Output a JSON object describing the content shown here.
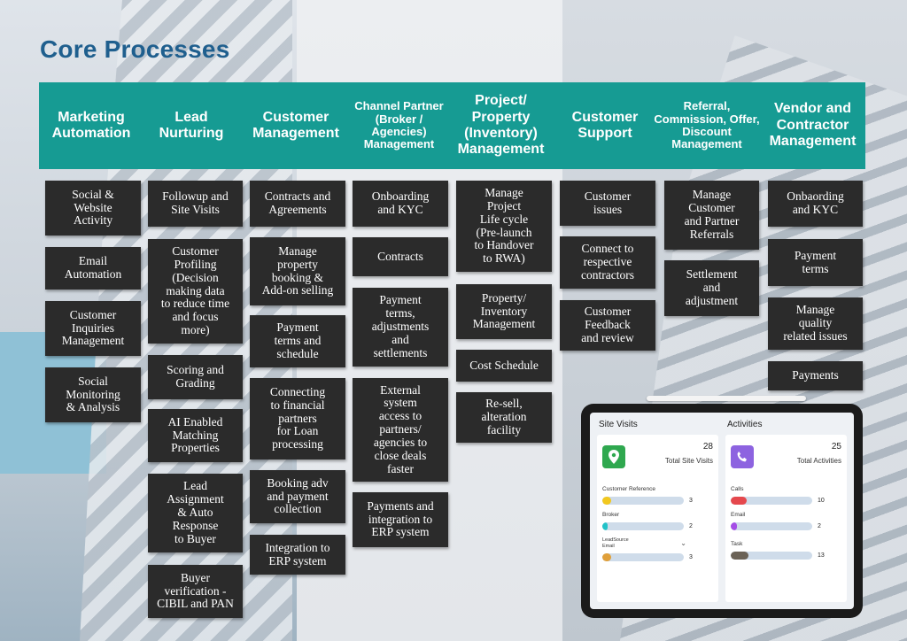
{
  "page": {
    "title": "Core Processes"
  },
  "colors": {
    "title": "#1f5f8e",
    "header_band": "#169b93",
    "card": "#2b2b2b"
  },
  "columns": [
    {
      "header": "Marketing\nAutomation",
      "items": [
        "Social &\nWebsite\nActivity",
        "Email\nAutomation",
        "Customer\nInquiries\nManagement",
        "Social\nMonitoring\n& Analysis"
      ]
    },
    {
      "header": "Lead\nNurturing",
      "items": [
        "Followup and\nSite Visits",
        "Customer\nProfiling\n(Decision\nmaking data\nto reduce time\nand focus\nmore)",
        "Scoring and\nGrading",
        "AI Enabled\nMatching\nProperties",
        "Lead\nAssignment\n& Auto\nResponse\nto Buyer",
        "Buyer\nverification -\nCIBIL and PAN"
      ]
    },
    {
      "header": "Customer\nManagement",
      "items": [
        "Contracts and\nAgreements",
        "Manage\nproperty\nbooking &\nAdd-on selling",
        "Payment\nterms and\nschedule",
        "Connecting\nto financial\npartners\nfor Loan\nprocessing",
        "Booking adv\nand payment\ncollection",
        "Integration to\nERP system"
      ]
    },
    {
      "header": "Channel\nPartner\n(Broker\n/ Agencies)\nManagement",
      "items": [
        "Onboarding\nand KYC",
        "Contracts",
        "Payment\nterms,\nadjustments\nand\nsettlements",
        "External\nsystem\naccess to\npartners/\nagencies to\nclose deals\nfaster",
        "Payments and\nintegration to\nERP system"
      ]
    },
    {
      "header": "Project/\nProperty\n(Inventory)\nManagement",
      "items": [
        "Manage\nProject\nLife cycle\n(Pre-launch\nto Handover\nto RWA)",
        "Property/\nInventory\nManagement",
        "Cost Schedule",
        "Re-sell,\nalteration\nfacility"
      ]
    },
    {
      "header": "Customer\nSupport",
      "items": [
        "Customer\nissues",
        "Connect to\nrespective\ncontractors",
        "Customer\nFeedback\nand review"
      ]
    },
    {
      "header": "Referral,\nCommission,\nOffer,\nDiscount\nManagement",
      "items": [
        "Manage\nCustomer\nand Partner\nReferrals",
        "Settlement\nand\nadjustment"
      ]
    },
    {
      "header": "Vendor and\nContractor\nManagement",
      "items": [
        "Onbaording\nand KYC",
        "Payment\nterms",
        "Manage\nquality\nrelated issues",
        "Payments"
      ]
    }
  ],
  "tablet": {
    "site_visits": {
      "title": "Site Visits",
      "count": "28",
      "count_label": "Total Site Visits",
      "icon": "location-pin-icon",
      "rows": [
        {
          "label": "Customer Reference",
          "value": "3",
          "fraction": 0.11,
          "color": "#f2c81e"
        },
        {
          "label": "Broker",
          "value": "2",
          "fraction": 0.07,
          "color": "#22c2c8"
        },
        {
          "label": "LeadSource\nEmail",
          "value": "3",
          "fraction": 0.11,
          "color": "#e0a03a"
        }
      ]
    },
    "activities": {
      "title": "Activities",
      "count": "25",
      "count_label": "Total Activities",
      "icon": "phone-icon",
      "rows": [
        {
          "label": "Calls",
          "value": "10",
          "fraction": 0.2,
          "color": "#e5484d"
        },
        {
          "label": "Email",
          "value": "2",
          "fraction": 0.08,
          "color": "#a54ee6"
        },
        {
          "label": "Task",
          "value": "13",
          "fraction": 0.22,
          "color": "#6b6256"
        }
      ]
    }
  }
}
